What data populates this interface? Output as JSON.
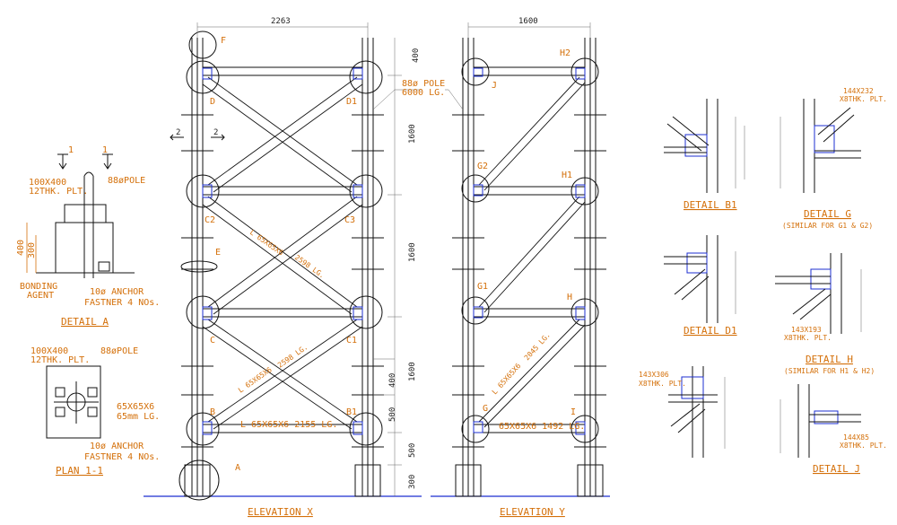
{
  "titles": {
    "elev_x": "ELEVATION X",
    "elev_y": "ELEVATION Y",
    "detail_a": "DETAIL A",
    "plan": "PLAN 1-1",
    "detail_b1": "DETAIL B1",
    "detail_g": "DETAIL G",
    "detail_g_sub": "(SIMILAR FOR G1 & G2)",
    "detail_d1": "DETAIL D1",
    "detail_h": "DETAIL H",
    "detail_h_sub": "(SIMILAR FOR H1 & H2)",
    "detail_j": "DETAIL J"
  },
  "dims": {
    "width_x": "2263",
    "width_y": "1600",
    "v400": "400",
    "v1600a": "1600",
    "v1600b": "1600",
    "v1600c": "1600",
    "v400b": "400",
    "v500a": "500",
    "v500b": "500",
    "v300": "300",
    "a400": "400",
    "a300": "300"
  },
  "nodes": {
    "F": "F",
    "D": "D",
    "D1": "D1",
    "C2": "C2",
    "C3": "C3",
    "E": "E",
    "C": "C",
    "C1": "C1",
    "B": "B",
    "B1": "B1",
    "A": "A",
    "H2": "H2",
    "J": "J",
    "G2": "G2",
    "H1": "H1",
    "G1": "G1",
    "H": "H",
    "G": "G",
    "I": "I",
    "sec1a": "1",
    "sec1b": "1",
    "sec2a": "2",
    "sec2b": "2"
  },
  "notes": {
    "pole": "88ø POLE",
    "pole_lg": "6000 LG.",
    "brace_x_top": "L 65X65X6",
    "brace_x_top_lg": "2598 LG.",
    "brace_x_bot": "L 65X65X6",
    "brace_x_bot_lg": "2598 LG.",
    "horiz_x": "L 65X65X6 2155 LG.",
    "brace_y": "L 65X65X6",
    "brace_y_lg": "2045 LG.",
    "horiz_y": "65X65X6 1492 LG.",
    "a_plate": "100X400",
    "a_plate2": "12THK. PLT.",
    "a_pole": "88øPOLE",
    "a_bonding": "BONDING",
    "a_agent": "AGENT",
    "a_anchor": "10ø ANCHOR",
    "a_fastner": "FASTNER 4 NOs.",
    "p_plate": "100X400",
    "p_plate2": "12THK. PLT.",
    "p_pole": "88øPOLE",
    "p_angle": "65X65X6",
    "p_angle2": "65mm LG.",
    "p_anchor": "10ø ANCHOR",
    "p_fastner": "FASTNER 4 NOs.",
    "g_plate": "144X232",
    "g_plate2": "X8THK. PLT.",
    "h_plate": "143X193",
    "h_plate2": "X8THK. PLT.",
    "k_plate": "143X306",
    "k_plate2": "X8THK. PLT.",
    "j_plate": "144X85",
    "j_plate2": "X8THK. PLT."
  },
  "colors": {
    "annotation": "#d4700a",
    "steel": "#111111",
    "plate": "#1c2fd0"
  }
}
